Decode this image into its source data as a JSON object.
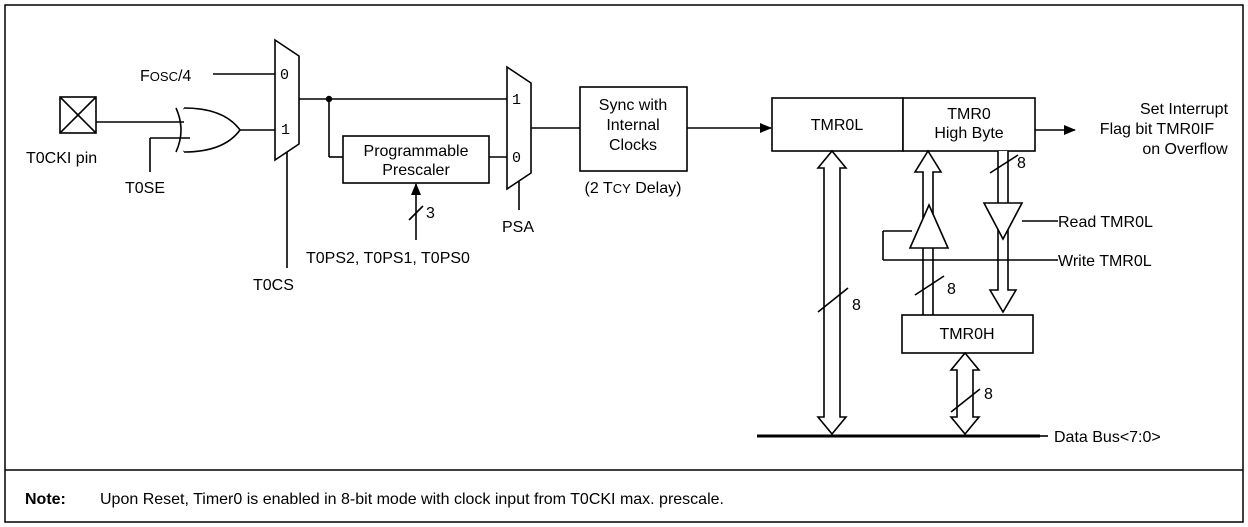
{
  "inputs": {
    "fosc_main": "F",
    "fosc_small": "OSC",
    "fosc_suffix": "/4",
    "tockipin": "T0CKI pin",
    "tose": "T0SE",
    "tocs": "T0CS",
    "psa": "PSA",
    "tops": "T0PS2, T0PS1, T0PS0"
  },
  "mux1": {
    "in0": "0",
    "in1": "1"
  },
  "mux2": {
    "in1": "1",
    "in0": "0"
  },
  "prescaler": {
    "line1": "Programmable",
    "line2": "Prescaler",
    "width": "3"
  },
  "sync": {
    "line1": "Sync with",
    "line2": "Internal",
    "line3": "Clocks",
    "delay_open": "(2 T",
    "delay_small": "CY",
    "delay_close": " Delay)"
  },
  "registers": {
    "tmr0l": "TMR0L",
    "tmr0_line1": "TMR0",
    "tmr0_line2": "High Byte",
    "tmr0h": "TMR0H"
  },
  "interrupt": {
    "line1": "Set Interrupt",
    "line2": "Flag bit TMR0IF",
    "line3": "on Overflow"
  },
  "control": {
    "read": "Read TMR0L",
    "write": "Write TMR0L"
  },
  "bus_widths": {
    "high_byte_out": "8",
    "tmr0h_in": "8",
    "tmr0l_bus": "8",
    "tmr0h_bus": "8"
  },
  "data_bus": "Data Bus<7:0>",
  "note": {
    "label": "Note:",
    "text": "Upon Reset, Timer0 is enabled in 8-bit mode with clock input from T0CKI max. prescale."
  }
}
